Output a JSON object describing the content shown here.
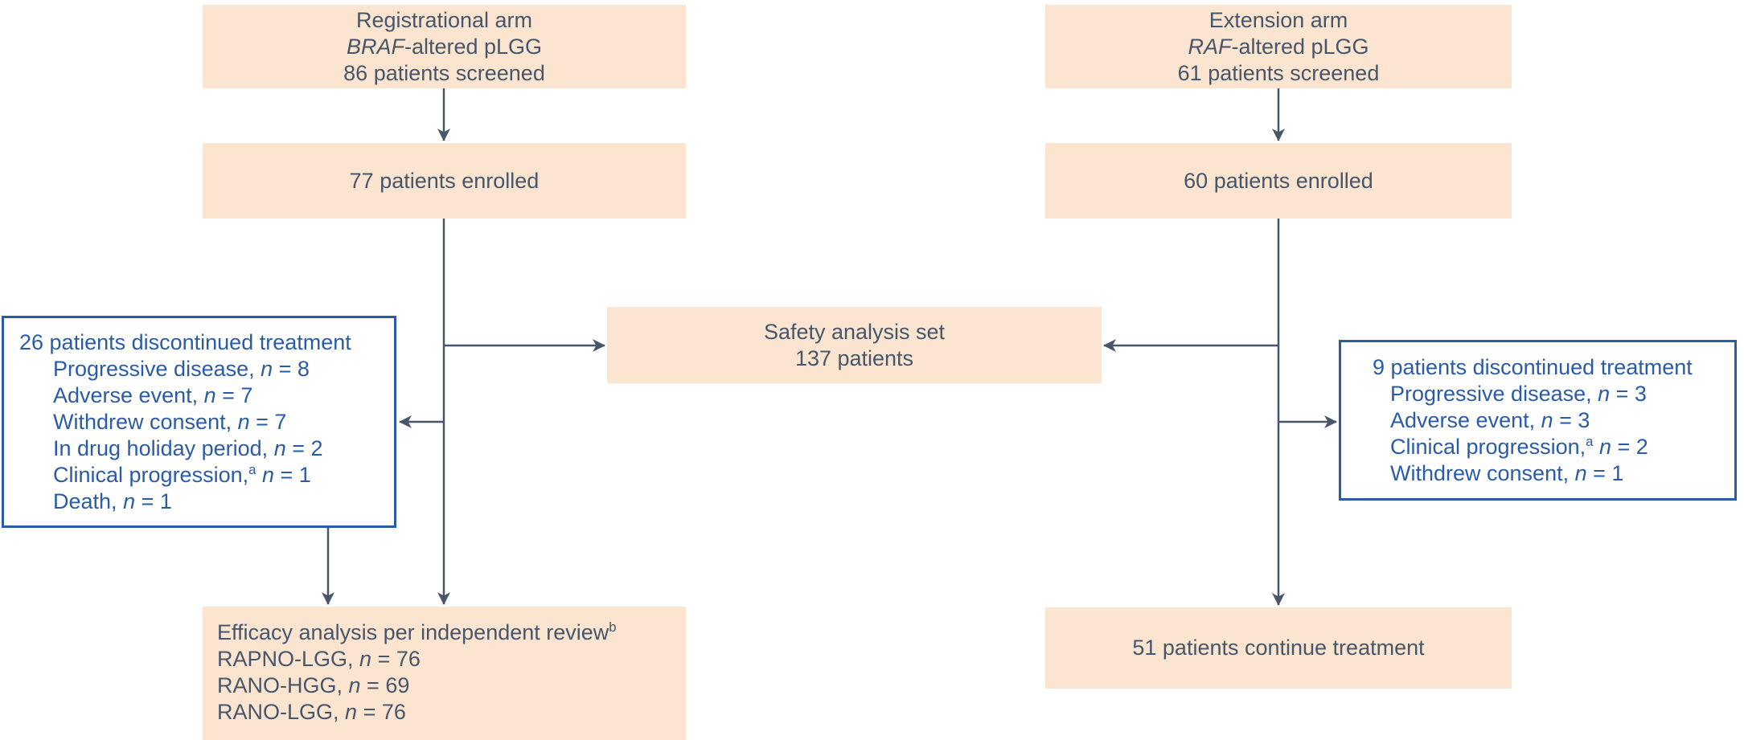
{
  "figure": {
    "type": "consort-flow-diagram",
    "description": "Patient disposition flow for registrational and extension arms"
  },
  "palette": {
    "box_fill": "#fbe5d1",
    "blue": "#2a5ba7",
    "ink": "#47566a",
    "background": "#ffffff"
  },
  "flowchart": {
    "registrational_screened": {
      "lines": [
        [
          {
            "t": "Registrational arm"
          }
        ],
        [
          {
            "t": "BRAF",
            "i": true
          },
          {
            "t": "-altered pLGG"
          }
        ],
        [
          {
            "t": "86 patients screened"
          }
        ]
      ]
    },
    "registrational_enrolled": {
      "lines": [
        [
          {
            "t": "77 patients enrolled"
          }
        ]
      ]
    },
    "extension_screened": {
      "lines": [
        [
          {
            "t": "Extension arm"
          }
        ],
        [
          {
            "t": "RAF",
            "i": true
          },
          {
            "t": "-altered pLGG"
          }
        ],
        [
          {
            "t": "61 patients screened"
          }
        ]
      ]
    },
    "extension_enrolled": {
      "lines": [
        [
          {
            "t": "60 patients enrolled"
          }
        ]
      ]
    },
    "safety_analysis": {
      "lines": [
        [
          {
            "t": "Safety analysis set"
          }
        ],
        [
          {
            "t": "137 patients"
          }
        ]
      ]
    },
    "registrational_discontinued": {
      "lines": [
        [
          {
            "t": "26 patients discontinued treatment"
          }
        ],
        [
          {
            "t": "Progressive disease, "
          },
          {
            "t": "n",
            "i": true
          },
          {
            "t": " = 8"
          }
        ],
        [
          {
            "t": "Adverse event, "
          },
          {
            "t": "n",
            "i": true
          },
          {
            "t": " = 7"
          }
        ],
        [
          {
            "t": "Withdrew consent, "
          },
          {
            "t": "n",
            "i": true
          },
          {
            "t": " = 7"
          }
        ],
        [
          {
            "t": "In drug holiday period, "
          },
          {
            "t": "n",
            "i": true
          },
          {
            "t": " = 2"
          }
        ],
        [
          {
            "t": "Clinical progression,"
          },
          {
            "t": "a",
            "s": true
          },
          {
            "t": " "
          },
          {
            "t": "n",
            "i": true
          },
          {
            "t": " = 1"
          }
        ],
        [
          {
            "t": "Death, "
          },
          {
            "t": "n",
            "i": true
          },
          {
            "t": " = 1"
          }
        ]
      ]
    },
    "extension_discontinued": {
      "lines": [
        [
          {
            "t": "9 patients discontinued treatment"
          }
        ],
        [
          {
            "t": "Progressive disease, "
          },
          {
            "t": "n",
            "i": true
          },
          {
            "t": " = 3"
          }
        ],
        [
          {
            "t": "Adverse event, "
          },
          {
            "t": "n",
            "i": true
          },
          {
            "t": " = 3"
          }
        ],
        [
          {
            "t": "Clinical progression,"
          },
          {
            "t": "a",
            "s": true
          },
          {
            "t": " "
          },
          {
            "t": "n",
            "i": true
          },
          {
            "t": " = 2"
          }
        ],
        [
          {
            "t": "Withdrew consent, "
          },
          {
            "t": "n",
            "i": true
          },
          {
            "t": " = 1"
          }
        ]
      ]
    },
    "efficacy_analysis": {
      "lines": [
        [
          {
            "t": "Efficacy analysis per independent review"
          },
          {
            "t": "b",
            "s": true
          }
        ],
        [
          {
            "t": "RAPNO-LGG, "
          },
          {
            "t": "n",
            "i": true
          },
          {
            "t": " = 76"
          }
        ],
        [
          {
            "t": "RANO-HGG, "
          },
          {
            "t": "n",
            "i": true
          },
          {
            "t": " = 69"
          }
        ],
        [
          {
            "t": "RANO-LGG, "
          },
          {
            "t": "n",
            "i": true
          },
          {
            "t": " = 76"
          }
        ]
      ]
    },
    "continue_treatment": {
      "lines": [
        [
          {
            "t": "51 patients continue treatment"
          }
        ]
      ]
    }
  }
}
